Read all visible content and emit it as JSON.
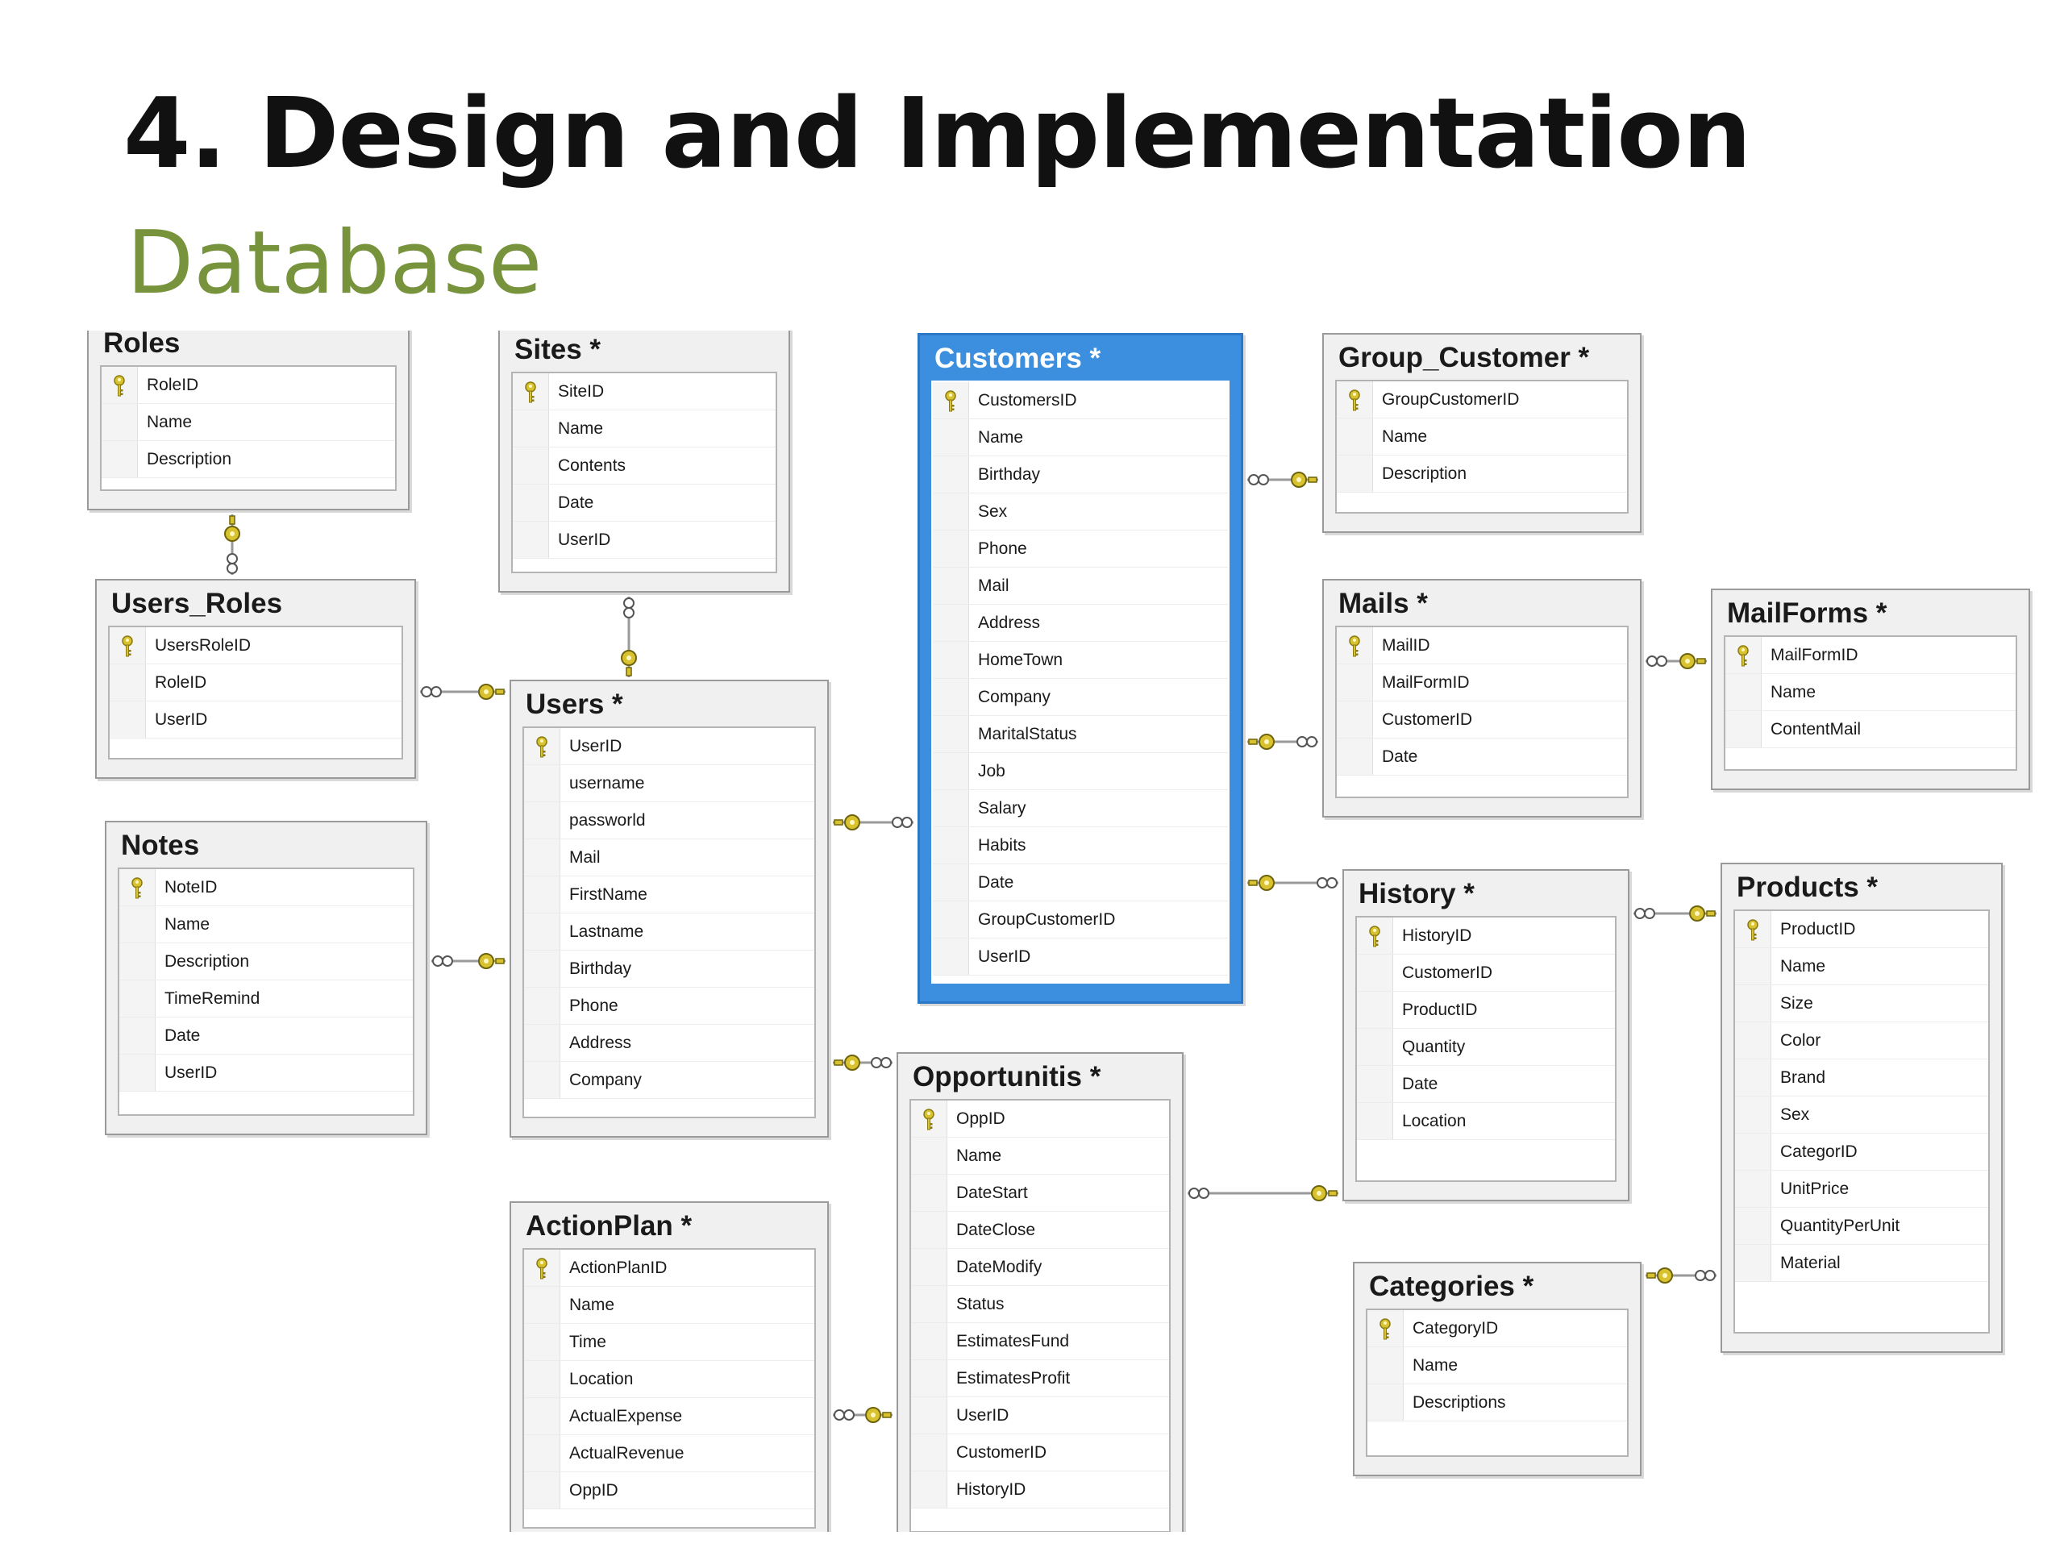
{
  "slide": {
    "title": "4. Design and Implementation",
    "subtitle": "Database"
  },
  "colors": {
    "title": "#111111",
    "subtitle": "#77933c",
    "selected_table": "#3c8fde",
    "key_icon": "#d8c230",
    "connector": "#9a9a9a"
  },
  "tables": [
    {
      "id": "roles",
      "name": "Roles",
      "columns": [
        "RoleID",
        "Name",
        "Description"
      ]
    },
    {
      "id": "sites",
      "name": "Sites *",
      "columns": [
        "SiteID",
        "Name",
        "Contents",
        "Date",
        "UserID"
      ]
    },
    {
      "id": "customers",
      "name": "Customers *",
      "selected": true,
      "columns": [
        "CustomersID",
        "Name",
        "Birthday",
        "Sex",
        "Phone",
        "Mail",
        "Address",
        "HomeTown",
        "Company",
        "MaritalStatus",
        "Job",
        "Salary",
        "Habits",
        "Date",
        "GroupCustomerID",
        "UserID"
      ]
    },
    {
      "id": "group_customer",
      "name": "Group_Customer *",
      "columns": [
        "GroupCustomerID",
        "Name",
        "Description"
      ]
    },
    {
      "id": "users_roles",
      "name": "Users_Roles",
      "columns": [
        "UsersRoleID",
        "RoleID",
        "UserID"
      ]
    },
    {
      "id": "users",
      "name": "Users *",
      "columns": [
        "UserID",
        "username",
        "passworld",
        "Mail",
        "FirstName",
        "Lastname",
        "Birthday",
        "Phone",
        "Address",
        "Company"
      ]
    },
    {
      "id": "mails",
      "name": "Mails *",
      "columns": [
        "MailID",
        "MailFormID",
        "CustomerID",
        "Date"
      ]
    },
    {
      "id": "mailforms",
      "name": "MailForms *",
      "columns": [
        "MailFormID",
        "Name",
        "ContentMail"
      ]
    },
    {
      "id": "notes",
      "name": "Notes",
      "columns": [
        "NoteID",
        "Name",
        "Description",
        "TimeRemind",
        "Date",
        "UserID"
      ]
    },
    {
      "id": "history",
      "name": "History *",
      "columns": [
        "HistoryID",
        "CustomerID",
        "ProductID",
        "Quantity",
        "Date",
        "Location"
      ]
    },
    {
      "id": "products",
      "name": "Products *",
      "columns": [
        "ProductID",
        "Name",
        "Size",
        "Color",
        "Brand",
        "Sex",
        "CategorID",
        "UnitPrice",
        "QuantityPerUnit",
        "Material"
      ]
    },
    {
      "id": "opportunitis",
      "name": "Opportunitis *",
      "columns": [
        "OppID",
        "Name",
        "DateStart",
        "DateClose",
        "DateModify",
        "Status",
        "EstimatesFund",
        "EstimatesProfit",
        "UserID",
        "CustomerID",
        "HistoryID"
      ]
    },
    {
      "id": "actionplan",
      "name": "ActionPlan *",
      "columns": [
        "ActionPlanID",
        "Name",
        "Time",
        "Location",
        "ActualExpense",
        "ActualRevenue",
        "OppID"
      ]
    },
    {
      "id": "categories",
      "name": "Categories *",
      "columns": [
        "CategoryID",
        "Name",
        "Descriptions"
      ]
    }
  ],
  "relationships": [
    {
      "from": "roles",
      "to": "users_roles",
      "one_end": "roles",
      "many_end": "users_roles"
    },
    {
      "from": "sites",
      "to": "users",
      "one_end": "users",
      "many_end": "sites"
    },
    {
      "from": "users_roles",
      "to": "users",
      "one_end": "users",
      "many_end": "users_roles"
    },
    {
      "from": "notes",
      "to": "users",
      "one_end": "users",
      "many_end": "notes"
    },
    {
      "from": "users",
      "to": "customers",
      "one_end": "users",
      "many_end": "customers"
    },
    {
      "from": "users",
      "to": "opportunitis",
      "one_end": "users",
      "many_end": "opportunitis"
    },
    {
      "from": "customers",
      "to": "group_customer",
      "one_end": "group_customer",
      "many_end": "customers"
    },
    {
      "from": "customers",
      "to": "mails",
      "one_end": "customers",
      "many_end": "mails"
    },
    {
      "from": "customers",
      "to": "history",
      "one_end": "customers",
      "many_end": "history"
    },
    {
      "from": "mails",
      "to": "mailforms",
      "one_end": "mailforms",
      "many_end": "mails"
    },
    {
      "from": "history",
      "to": "products",
      "one_end": "products",
      "many_end": "history"
    },
    {
      "from": "opportunitis",
      "to": "history",
      "one_end": "history",
      "many_end": "opportunitis"
    },
    {
      "from": "actionplan",
      "to": "opportunitis",
      "one_end": "opportunitis",
      "many_end": "actionplan"
    },
    {
      "from": "categories",
      "to": "products",
      "one_end": "categories",
      "many_end": "products"
    }
  ]
}
